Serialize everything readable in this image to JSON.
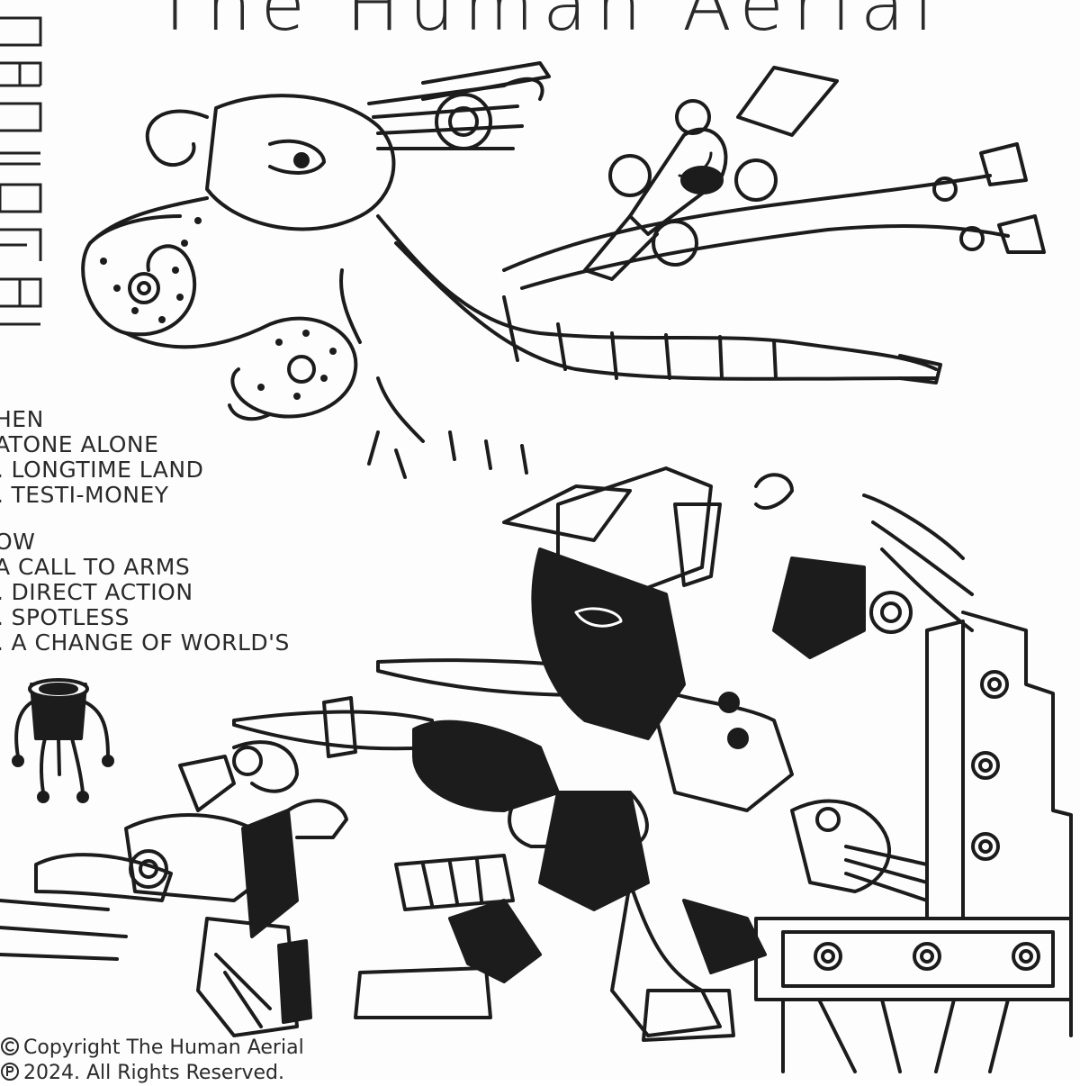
{
  "sleeve": {
    "artist_title": "The Human Aerial",
    "sides": [
      {
        "heading": "HEN",
        "tracks": [
          {
            "num": "",
            "title": "ATONE ALONE"
          },
          {
            "num": ".",
            "title": "LONGTIME LAND"
          },
          {
            "num": ".",
            "title": "TESTI-MONEY"
          }
        ]
      },
      {
        "heading": "OW",
        "tracks": [
          {
            "num": "",
            "title": "A CALL TO ARMS"
          },
          {
            "num": ".",
            "title": "DIRECT ACTION"
          },
          {
            "num": ".",
            "title": "SPOTLESS"
          },
          {
            "num": ".",
            "title": "A CHANGE OF WORLD'S"
          }
        ]
      }
    ],
    "copyright_line_1": "Copyright The Human Aerial",
    "copyright_line_2": "2024. All Rights Reserved.",
    "copyright_symbol": "copyright-icon",
    "phonogram_symbol": "phonogram-icon",
    "illustration": "aztec-codex-serpent-warrior-illustration",
    "label_logo": "vertical-label-logo",
    "ink_color": "#1c1c1c",
    "paper_color": "#fdfdfd"
  }
}
